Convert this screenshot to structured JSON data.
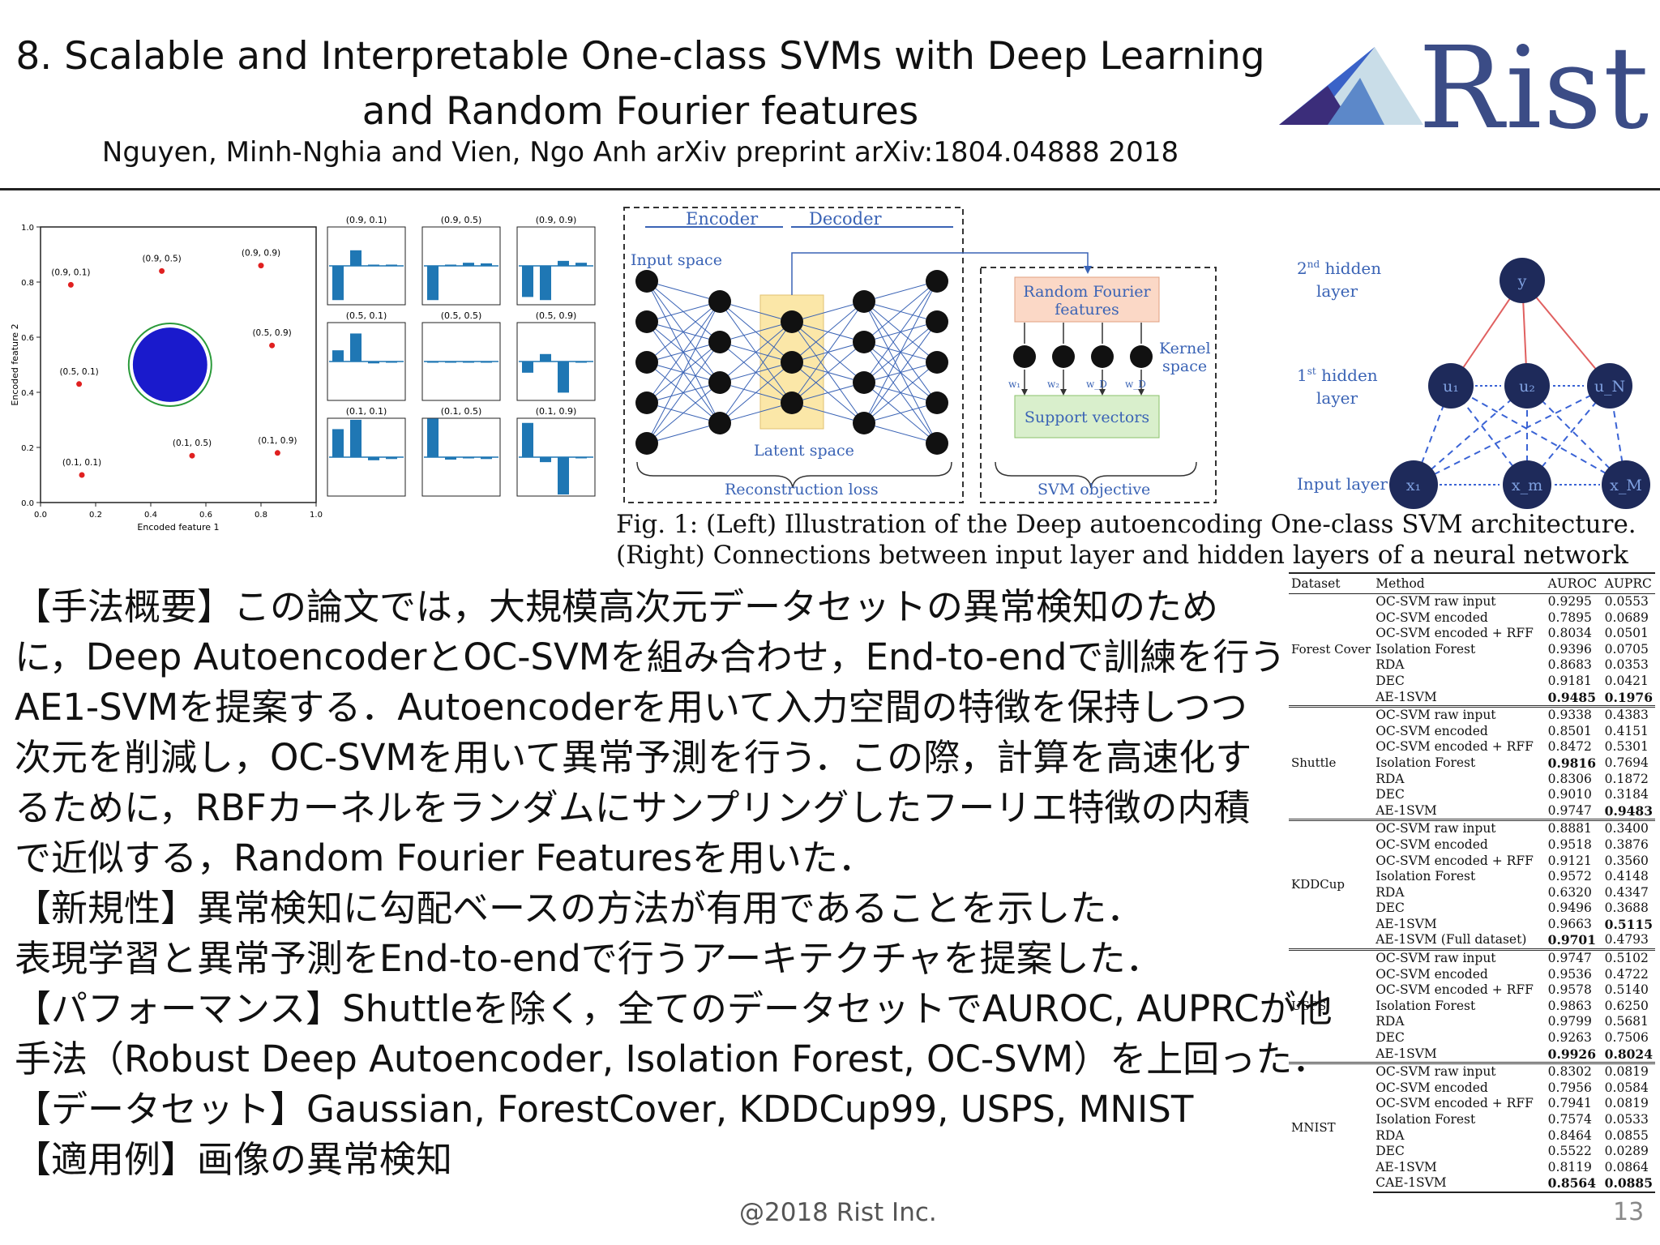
{
  "header": {
    "title_line1": "8. Scalable and Interpretable One-class SVMs with Deep Learning",
    "title_line2": "and Random Fourier features",
    "authors": "Nguyen, Minh-Nghia and Vien, Ngo Anh  arXiv preprint arXiv:1804.04888  2018",
    "logo_text": "Rist",
    "accent_color": "#3b4c86"
  },
  "scatter": {
    "xlabel": "Encoded feature 1",
    "ylabel": "Encoded feature 2",
    "xticks": [
      "0.0",
      "0.2",
      "0.4",
      "0.6",
      "0.8",
      "1.0"
    ],
    "yticks": [
      "0.0",
      "0.2",
      "0.4",
      "0.6",
      "0.8",
      "1.0"
    ],
    "points": [
      {
        "label": "(0.9, 0.1)",
        "x": 0.11,
        "y": 0.79
      },
      {
        "label": "(0.9, 0.5)",
        "x": 0.44,
        "y": 0.84
      },
      {
        "label": "(0.9, 0.9)",
        "x": 0.8,
        "y": 0.86
      },
      {
        "label": "(0.5, 0.9)",
        "x": 0.84,
        "y": 0.57
      },
      {
        "label": "(0.5, 0.1)",
        "x": 0.14,
        "y": 0.43
      },
      {
        "label": "(0.1, 0.5)",
        "x": 0.55,
        "y": 0.17
      },
      {
        "label": "(0.1, 0.9)",
        "x": 0.86,
        "y": 0.18
      },
      {
        "label": "(0.1, 0.1)",
        "x": 0.15,
        "y": 0.1
      }
    ],
    "cluster_center": [
      0.47,
      0.5
    ],
    "cluster_color": "#1a1acc",
    "boundary_color": "#2a9a3a",
    "outlier_color": "#e02020"
  },
  "bar_panels": [
    {
      "label": "(0.9, 0.1)",
      "values": [
        -0.55,
        0.25,
        0.02,
        0.02
      ]
    },
    {
      "label": "(0.9, 0.5)",
      "values": [
        -0.55,
        0.02,
        0.05,
        0.04
      ]
    },
    {
      "label": "(0.9, 0.9)",
      "values": [
        -0.5,
        -0.55,
        0.08,
        0.05
      ]
    },
    {
      "label": "(0.5, 0.1)",
      "values": [
        0.18,
        0.45,
        -0.03,
        0.0
      ]
    },
    {
      "label": "(0.5, 0.5)",
      "values": [
        0.0,
        0.0,
        0.0,
        0.0
      ]
    },
    {
      "label": "(0.5, 0.9)",
      "values": [
        -0.18,
        0.12,
        -0.5,
        0.0
      ]
    },
    {
      "label": "(0.1, 0.1)",
      "values": [
        0.45,
        0.6,
        -0.05,
        -0.03
      ]
    },
    {
      "label": "(0.1, 0.5)",
      "values": [
        0.62,
        -0.04,
        -0.02,
        -0.03
      ]
    },
    {
      "label": "(0.1, 0.9)",
      "values": [
        0.55,
        -0.08,
        -0.6,
        0.0
      ]
    }
  ],
  "diagram": {
    "encoder": "Encoder",
    "decoder": "Decoder",
    "input_space": "Input space",
    "latent_space": "Latent space",
    "reconstruction_loss": "Reconstruction loss",
    "rff": "Random Fourier features",
    "kernel_space": "Kernel space",
    "support_vectors": "Support vectors",
    "svm_objective": "SVM objective",
    "weights": [
      "w₁",
      "w₂",
      "w_D",
      "w_D"
    ]
  },
  "network": {
    "hidden2_label": "2nd hidden layer",
    "hidden1_label": "1st hidden layer",
    "input_label": "Input layer",
    "top_node": "y",
    "hidden_nodes": [
      "u₁",
      "u₂",
      "u_N"
    ],
    "input_nodes": [
      "x₁",
      "x_m",
      "x_M"
    ],
    "node_color": "#1e2a5a"
  },
  "caption": {
    "line1": "Fig. 1:  (Left)  Illustration  of  the  Deep  autoencoding  One-class  SVM  architecture.",
    "line2": "(Right) Connections between input layer and hidden layers of a neural network"
  },
  "body": [
    "【手法概要】この論文では，大規模高次元データセットの異常検知のため",
    "に，Deep AutoencoderとOC-SVMを組み合わせ，End-to-endで訓練を行う",
    "AE1-SVMを提案する．Autoencoderを用いて入力空間の特徴を保持しつつ",
    "次元を削減し，OC-SVMを用いて異常予測を行う．この際，計算を高速化す",
    "るために，RBFカーネルをランダムにサンプリングしたフーリエ特徴の内積",
    "で近似する，Random Fourier Featuresを用いた．",
    "【新規性】異常検知に勾配ベースの方法が有用であることを示した．",
    "表現学習と異常予測をEnd-to-endで行うアーキテクチャを提案した．",
    "【パフォーマンス】Shuttleを除く，全てのデータセットでAUROC, AUPRCが他",
    "手法（Robust Deep Autoencoder, Isolation Forest, OC-SVM）を上回った．",
    "【データセット】Gaussian, ForestCover, KDDCup99, USPS, MNIST",
    "【適用例】画像の異常検知"
  ],
  "table": {
    "headers": [
      "Dataset",
      "Method",
      "AUROC",
      "AUPRC"
    ],
    "groups": [
      {
        "dataset": "Forest Cover",
        "rows": [
          [
            "OC-SVM raw input",
            "0.9295",
            "0.0553"
          ],
          [
            "OC-SVM encoded",
            "0.7895",
            "0.0689"
          ],
          [
            "OC-SVM encoded + RFF",
            "0.8034",
            "0.0501"
          ],
          [
            "Isolation Forest",
            "0.9396",
            "0.0705"
          ],
          [
            "RDA",
            "0.8683",
            "0.0353"
          ],
          [
            "DEC",
            "0.9181",
            "0.0421"
          ],
          [
            "AE-1SVM",
            "0.9485",
            "0.1976"
          ]
        ]
      },
      {
        "dataset": "Shuttle",
        "rows": [
          [
            "OC-SVM raw input",
            "0.9338",
            "0.4383"
          ],
          [
            "OC-SVM encoded",
            "0.8501",
            "0.4151"
          ],
          [
            "OC-SVM encoded + RFF",
            "0.8472",
            "0.5301"
          ],
          [
            "Isolation Forest",
            "0.9816",
            "0.7694"
          ],
          [
            "RDA",
            "0.8306",
            "0.1872"
          ],
          [
            "DEC",
            "0.9010",
            "0.3184"
          ],
          [
            "AE-1SVM",
            "0.9747",
            "0.9483"
          ]
        ]
      },
      {
        "dataset": "KDDCup",
        "rows": [
          [
            "OC-SVM raw input",
            "0.8881",
            "0.3400"
          ],
          [
            "OC-SVM encoded",
            "0.9518",
            "0.3876"
          ],
          [
            "OC-SVM encoded + RFF",
            "0.9121",
            "0.3560"
          ],
          [
            "Isolation Forest",
            "0.9572",
            "0.4148"
          ],
          [
            "RDA",
            "0.6320",
            "0.4347"
          ],
          [
            "DEC",
            "0.9496",
            "0.3688"
          ],
          [
            "AE-1SVM",
            "0.9663",
            "0.5115"
          ],
          [
            "AE-1SVM (Full dataset)",
            "0.9701",
            "0.4793"
          ]
        ]
      },
      {
        "dataset": "USPS",
        "rows": [
          [
            "OC-SVM raw input",
            "0.9747",
            "0.5102"
          ],
          [
            "OC-SVM encoded",
            "0.9536",
            "0.4722"
          ],
          [
            "OC-SVM encoded + RFF",
            "0.9578",
            "0.5140"
          ],
          [
            "Isolation Forest",
            "0.9863",
            "0.6250"
          ],
          [
            "RDA",
            "0.9799",
            "0.5681"
          ],
          [
            "DEC",
            "0.9263",
            "0.7506"
          ],
          [
            "AE-1SVM",
            "0.9926",
            "0.8024"
          ]
        ]
      },
      {
        "dataset": "MNIST",
        "rows": [
          [
            "OC-SVM raw input",
            "0.8302",
            "0.0819"
          ],
          [
            "OC-SVM encoded",
            "0.7956",
            "0.0584"
          ],
          [
            "OC-SVM encoded + RFF",
            "0.7941",
            "0.0819"
          ],
          [
            "Isolation Forest",
            "0.7574",
            "0.0533"
          ],
          [
            "RDA",
            "0.8464",
            "0.0855"
          ],
          [
            "DEC",
            "0.5522",
            "0.0289"
          ],
          [
            "AE-1SVM",
            "0.8119",
            "0.0864"
          ],
          [
            "CAE-1SVM",
            "0.8564",
            "0.0885"
          ]
        ]
      }
    ]
  },
  "footer": {
    "copyright": "@2018 Rist Inc.",
    "page": "13"
  }
}
